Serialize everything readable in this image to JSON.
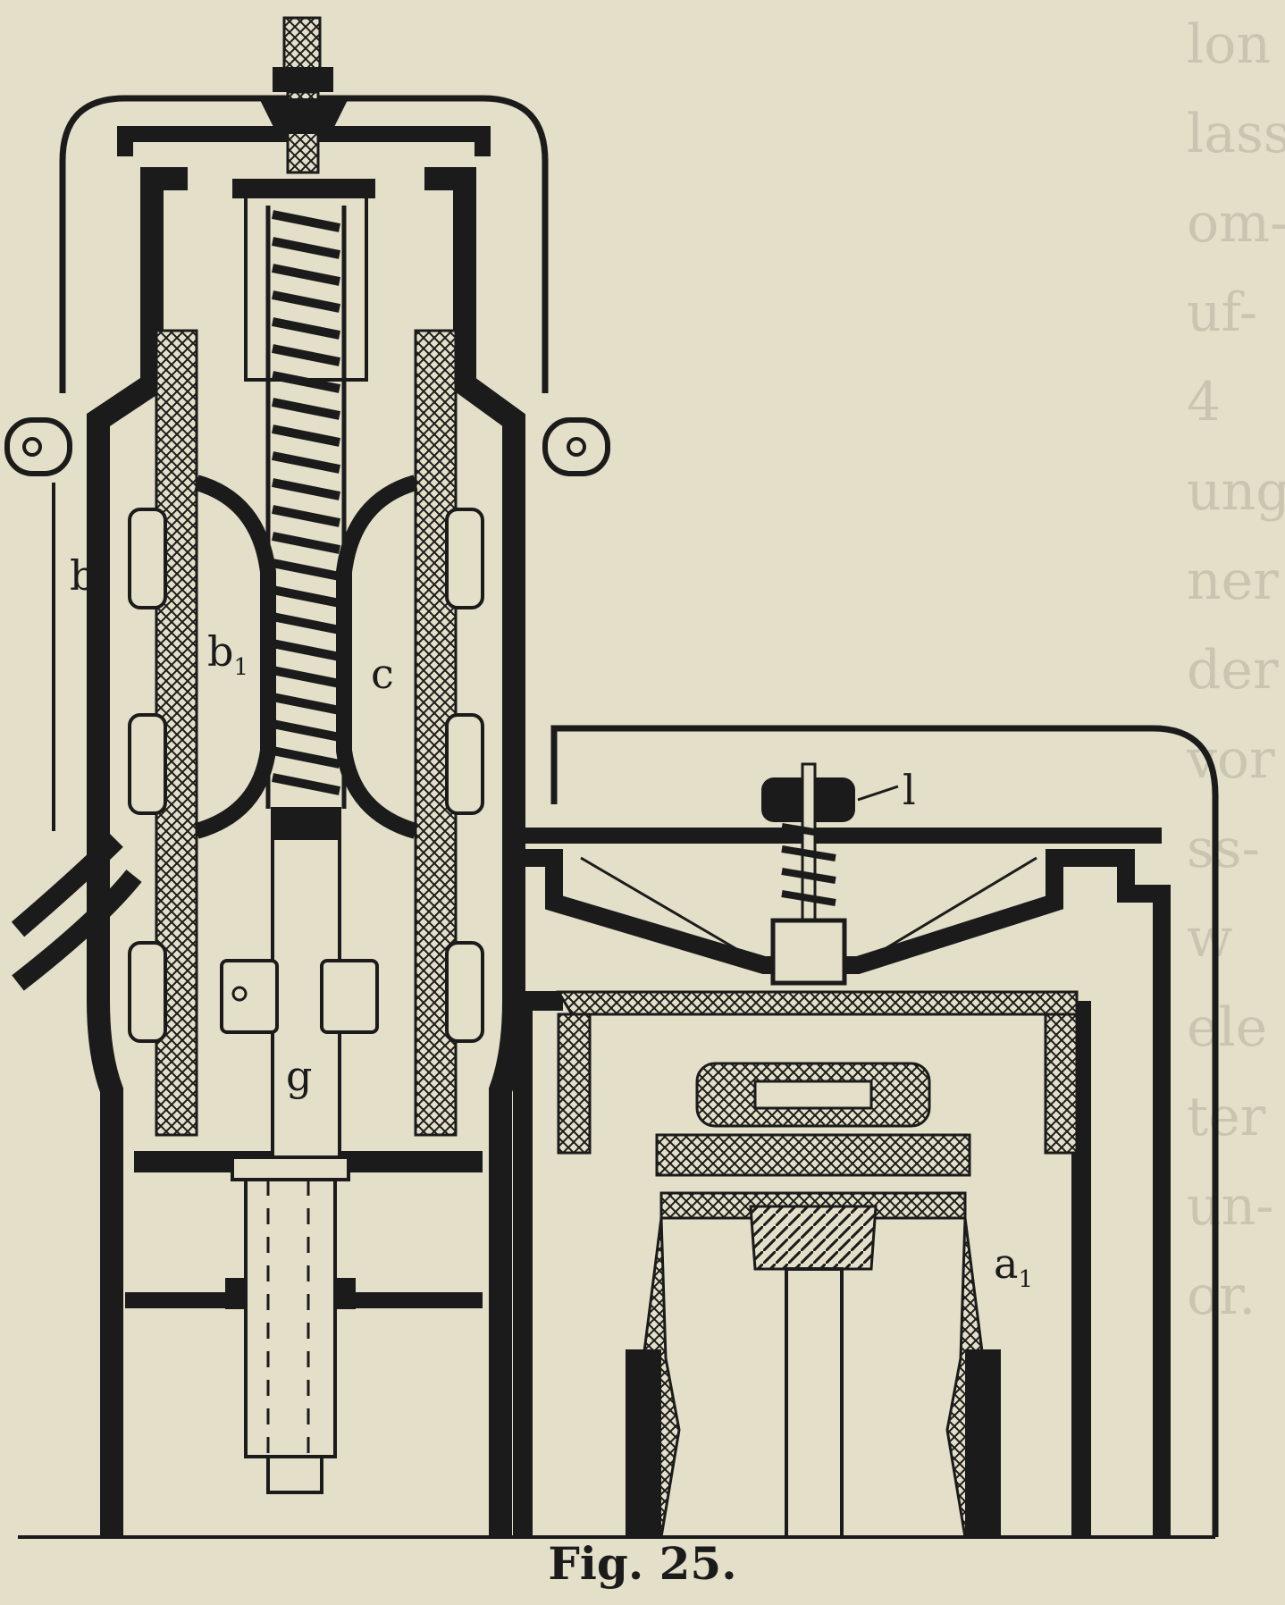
{
  "labels": {
    "b": "b",
    "b1_base": "b",
    "b1_sub": "1",
    "c": "c",
    "l": "l",
    "g": "g",
    "a1_base": "a",
    "a1_sub": "1"
  },
  "caption": "Fig. 25.",
  "bleed_text": [
    "lon",
    "lass",
    "om-",
    "uf-",
    "4",
    "ung",
    "ner",
    "der",
    "vor",
    "ss-",
    "w",
    "ele",
    "ter",
    "un-",
    "or."
  ],
  "colors": {
    "paper": "#e3dfc9",
    "ink": "#1b1b1b",
    "bleed": "#c9c5b0"
  }
}
